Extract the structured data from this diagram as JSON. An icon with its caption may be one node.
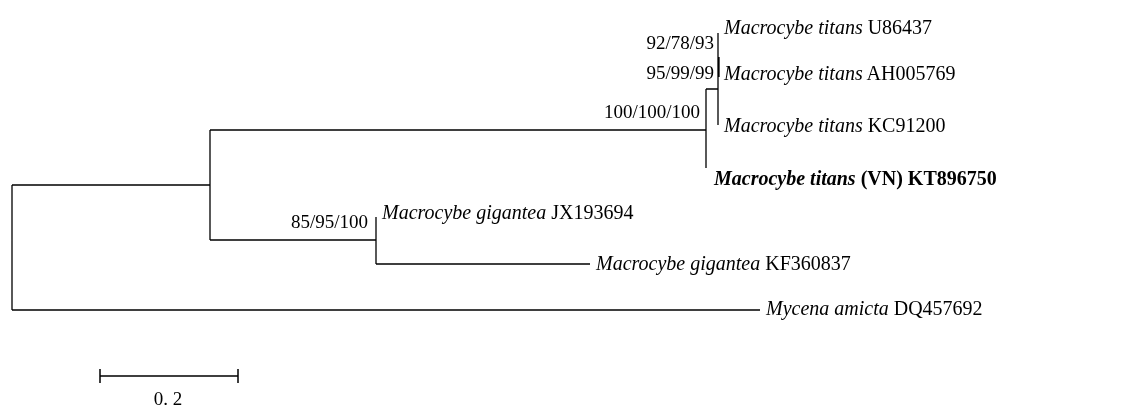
{
  "diagram": {
    "nodes": [
      {
        "text": [
          "*Macrocybe titans* U86437"
        ]
      },
      {
        "text": [
          "*Macrocybe titans* AH005769"
        ]
      },
      {
        "text": [
          "*Macrocybe titans* KC91200"
        ]
      },
      {
        "text": [
          "*Macrocybe titans* (VN) KT896750"
        ]
      },
      {
        "text": [
          "*Macrocybe gigantea* JX193694"
        ]
      },
      {
        "text": [
          "*Macrocybe gigantea* KF360837"
        ]
      },
      {
        "text": [
          "*Mycena amicta* DQ457692"
        ]
      }
    ],
    "labels": [
      "92/78/93",
      "95/99/99",
      "100/100/100",
      "85/95/100",
      "0. 2"
    ]
  }
}
